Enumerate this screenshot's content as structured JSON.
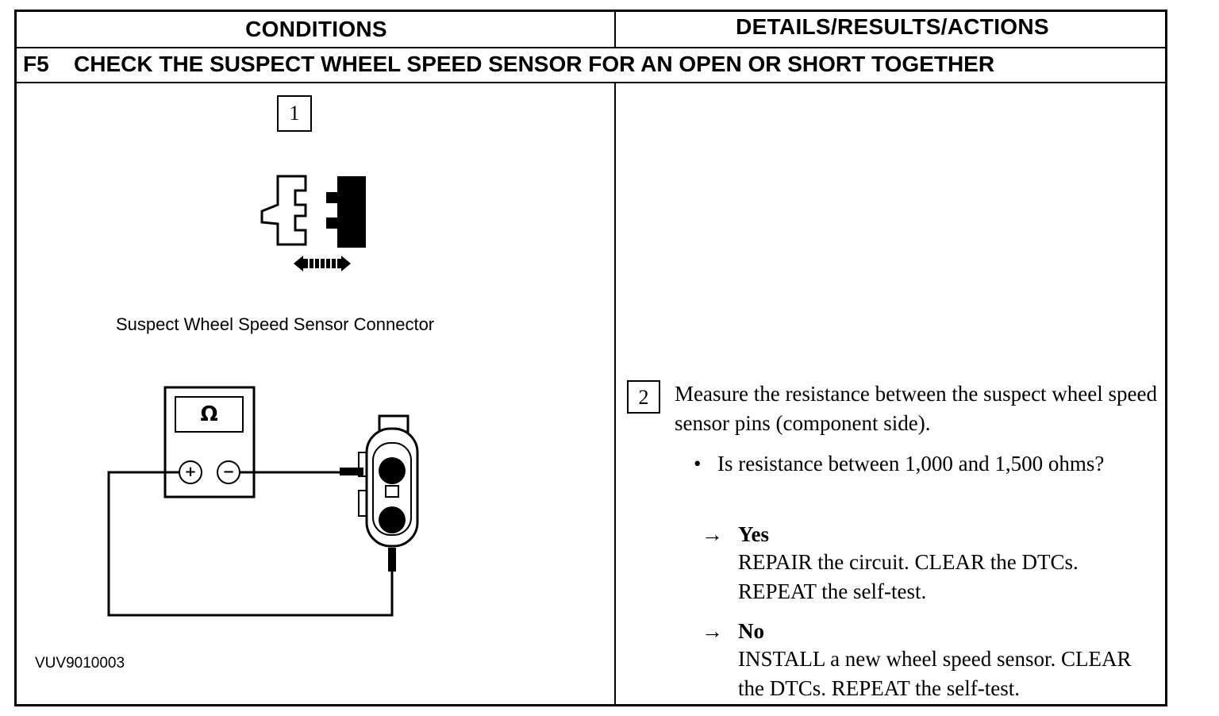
{
  "table": {
    "col_conditions": "CONDITIONS",
    "col_details": "DETAILS/RESULTS/ACTIONS",
    "step_code": "F5",
    "step_title": "CHECK THE SUSPECT WHEEL SPEED SENSOR FOR AN OPEN OR SHORT TOGETHER"
  },
  "figure": {
    "step1_number": "1",
    "connector_caption": "Suspect Wheel Speed Sensor Connector",
    "meter_symbol": "Ω",
    "plus_symbol": "+",
    "minus_symbol": "−",
    "figure_id": "VUV9010003"
  },
  "details": {
    "step2_number": "2",
    "instruction": "Measure the resistance between the suspect wheel speed sensor pins (component side).",
    "bullet": "•",
    "question": "Is resistance between 1,000 and 1,500 ohms?",
    "arrow": "→",
    "yes_label": "Yes",
    "yes_action": "REPAIR the circuit. CLEAR the DTCs. REPEAT the self-test.",
    "no_label": "No",
    "no_action": "INSTALL a new wheel speed sensor. CLEAR the DTCs. REPEAT the self-test."
  }
}
